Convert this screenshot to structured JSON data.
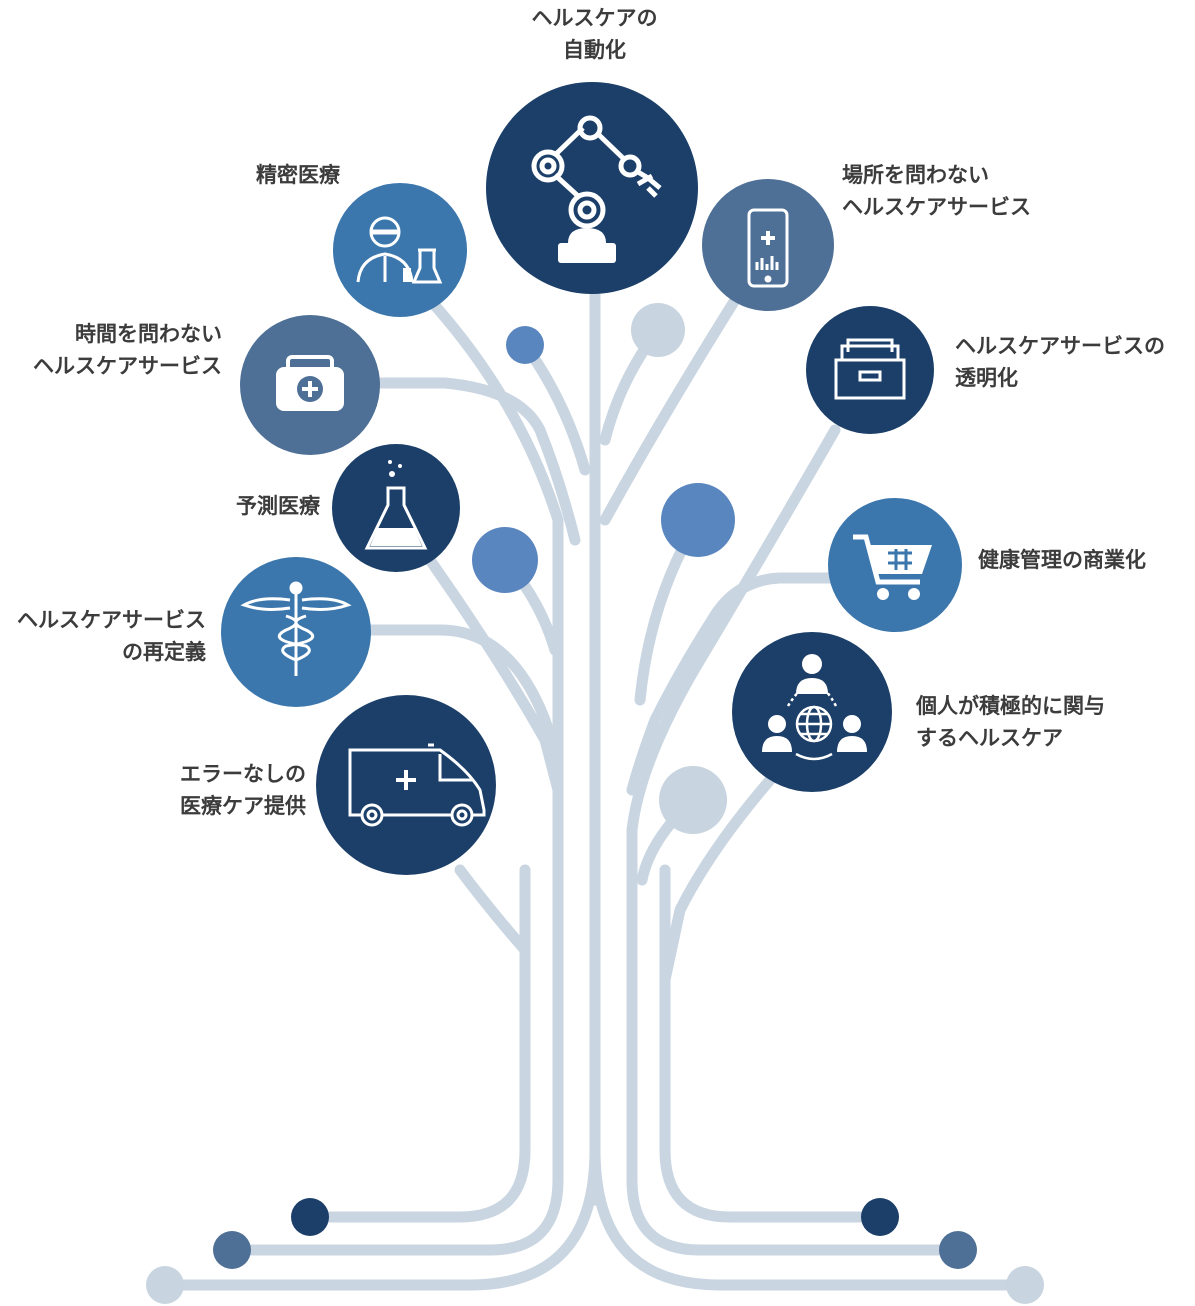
{
  "colors": {
    "branch": "#c9d5e1",
    "navy": "#1b3f69",
    "steel": "#4e7096",
    "blue": "#3b77ad",
    "light_blue": "#5a86c0",
    "pale": "#c8d4df",
    "text": "#3c3c3c",
    "white": "#ffffff"
  },
  "nodes": {
    "automation": {
      "icon": "robot-arm-icon",
      "line1": "ヘルスケアの",
      "line2": "自動化"
    },
    "precision": {
      "icon": "lab-scientist-icon",
      "line1": "精密医療"
    },
    "anywhere": {
      "icon": "smartphone-health-icon",
      "line1": "場所を問わない",
      "line2": "ヘルスケアサービス"
    },
    "anytime": {
      "icon": "medical-kit-icon",
      "line1": "時間を問わない",
      "line2": "ヘルスケアサービス"
    },
    "transparency": {
      "icon": "file-drawer-icon",
      "line1": "ヘルスケアサービスの",
      "line2": "透明化"
    },
    "predictive": {
      "icon": "flask-icon",
      "line1": "予測医療"
    },
    "commercialization": {
      "icon": "shopping-cart-icon",
      "line1": "健康管理の商業化"
    },
    "redefinition": {
      "icon": "caduceus-icon",
      "line1": "ヘルスケアサービス",
      "line2": "の再定義"
    },
    "engagement": {
      "icon": "people-globe-icon",
      "line1": "個人が積極的に関与",
      "line2": "するヘルスケア"
    },
    "error_free": {
      "icon": "ambulance-icon",
      "line1": "エラーなしの",
      "line2": "医療ケア提供"
    }
  }
}
